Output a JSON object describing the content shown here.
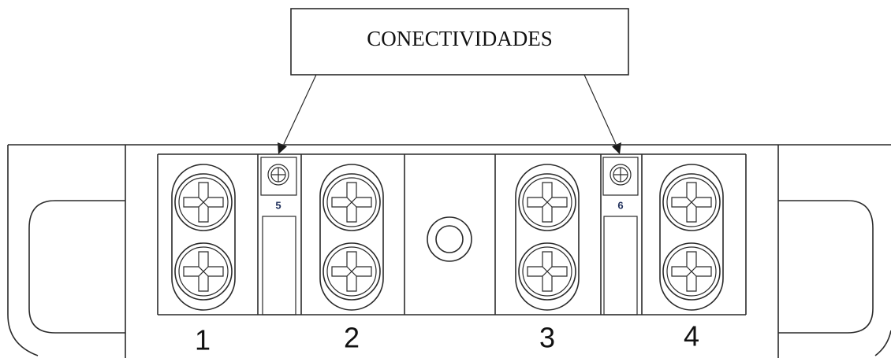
{
  "callout": {
    "label": "CONECTIVIDADES"
  },
  "terminals": {
    "t1": "1",
    "t2": "2",
    "t3": "3",
    "t4": "4",
    "c5": "5",
    "c6": "6"
  },
  "colors": {
    "line": "#2a2a2a",
    "small_number": "#1f2f5a",
    "background": "#ffffff"
  }
}
